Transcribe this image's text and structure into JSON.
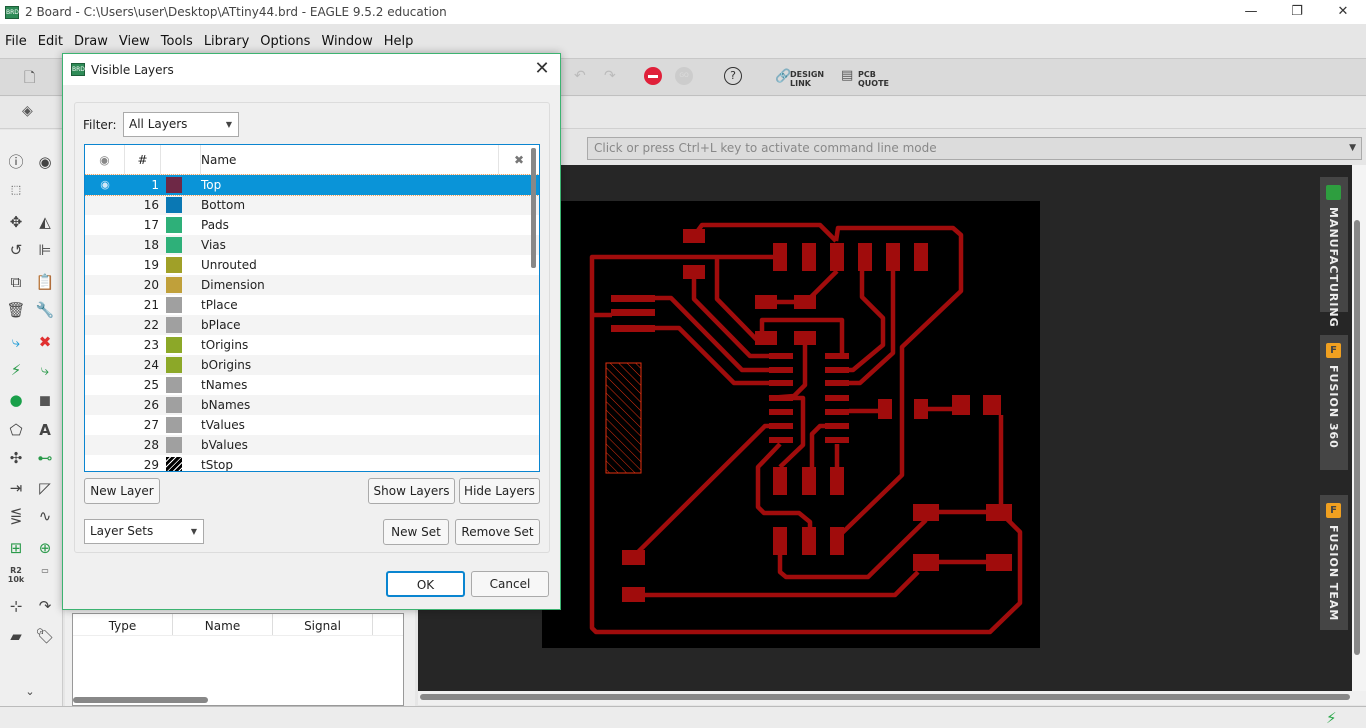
{
  "window": {
    "title": "2 Board - C:\\Users\\user\\Desktop\\ATtiny44.brd - EAGLE 9.5.2 education",
    "app_icon_text": "BRD",
    "minimize": "—",
    "maximize": "❐",
    "close": "✕"
  },
  "menu": [
    "File",
    "Edit",
    "Draw",
    "View",
    "Tools",
    "Library",
    "Options",
    "Window",
    "Help"
  ],
  "toolbar": {
    "design_link": [
      "DESIGN",
      "LINK"
    ],
    "pcb_quote": [
      "PCB",
      "QUOTE"
    ],
    "help": "?",
    "go": "GO"
  },
  "command_line": {
    "placeholder": "Click or press Ctrl+L key to activate command line mode"
  },
  "right_tabs": [
    {
      "label": "MANUFACTURING",
      "color": "#2e9e3f"
    },
    {
      "label": "FUSION 360",
      "color": "#f0a020"
    },
    {
      "label": "FUSION TEAM",
      "color": "#f0a020"
    }
  ],
  "bottom_panel": {
    "columns": [
      "Type",
      "Name",
      "Signal"
    ]
  },
  "left_tools": {
    "r2_label": "R2",
    "r2_value": "10k"
  },
  "dialog": {
    "title": "Visible Layers",
    "filter_label": "Filter:",
    "filter_value": "All Layers",
    "columns": {
      "eye": "◉",
      "num": "#",
      "name": "Name",
      "x": "✖"
    },
    "layers": [
      {
        "num": "1",
        "name": "Top",
        "color": "#6e2846",
        "visible": true,
        "selected": true
      },
      {
        "num": "16",
        "name": "Bottom",
        "color": "#0a78b4"
      },
      {
        "num": "17",
        "name": "Pads",
        "color": "#2eb079"
      },
      {
        "num": "18",
        "name": "Vias",
        "color": "#2eb079"
      },
      {
        "num": "19",
        "name": "Unrouted",
        "color": "#a0a028"
      },
      {
        "num": "20",
        "name": "Dimension",
        "color": "#c0a03a"
      },
      {
        "num": "21",
        "name": "tPlace",
        "color": "#a0a0a0"
      },
      {
        "num": "22",
        "name": "bPlace",
        "color": "#a0a0a0"
      },
      {
        "num": "23",
        "name": "tOrigins",
        "color": "#8ca828"
      },
      {
        "num": "24",
        "name": "bOrigins",
        "color": "#8ca828"
      },
      {
        "num": "25",
        "name": "tNames",
        "color": "#a0a0a0"
      },
      {
        "num": "26",
        "name": "bNames",
        "color": "#a0a0a0"
      },
      {
        "num": "27",
        "name": "tValues",
        "color": "#a0a0a0"
      },
      {
        "num": "28",
        "name": "bValues",
        "color": "#a0a0a0"
      },
      {
        "num": "29",
        "name": "tStop",
        "color": "hatch"
      }
    ],
    "new_layer": "New Layer",
    "show_layers": "Show Layers",
    "hide_layers": "Hide Layers",
    "layer_sets": "Layer Sets",
    "new_set": "New Set",
    "remove_set": "Remove Set",
    "ok": "OK",
    "cancel": "Cancel"
  },
  "colors": {
    "trace": "#a00c0c",
    "board": "#000000",
    "canvas": "#262626",
    "accent": "#0a94d8",
    "dialog_border": "#3cb371"
  }
}
